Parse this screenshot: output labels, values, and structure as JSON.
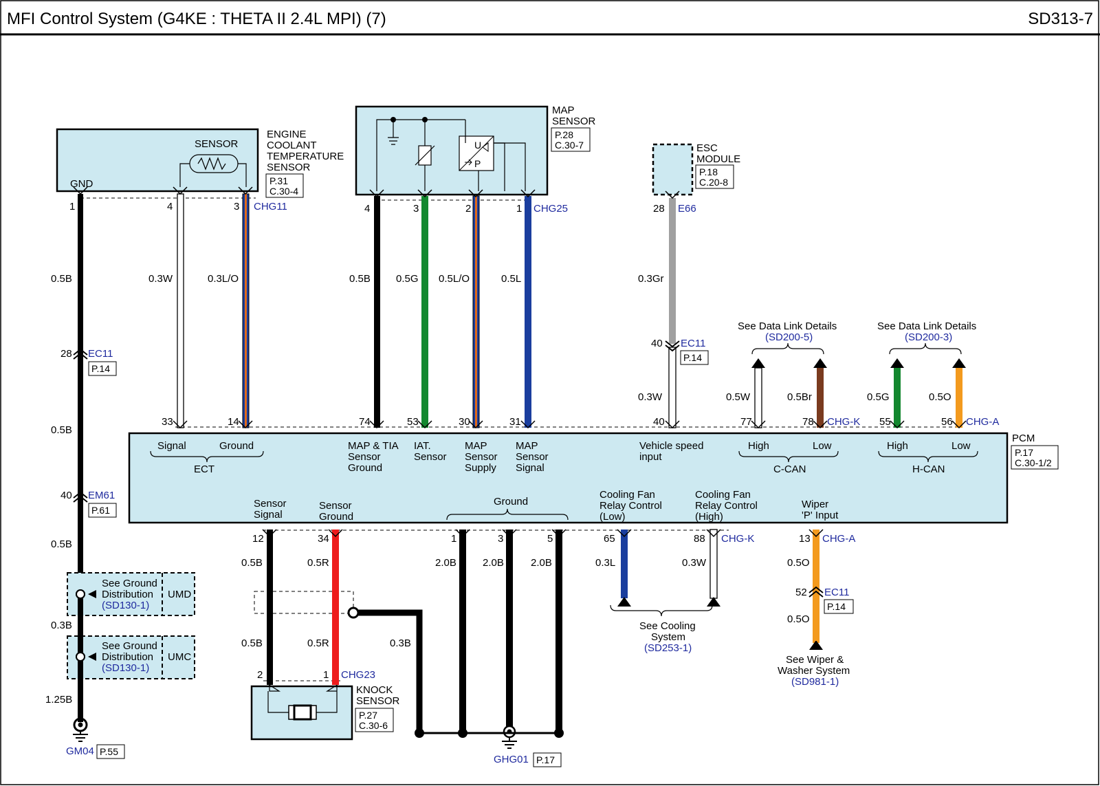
{
  "header": {
    "title": "MFI Control System (G4KE : THETA II 2.4L MPI) (7)",
    "code": "SD313-7"
  },
  "colors": {
    "box_fill": "#cde9f1",
    "blue_ref": "#1f2a9e",
    "wire_black": "#000000",
    "wire_green": "#13882f",
    "wire_blue": "#1a3e9e",
    "wire_gray": "#a0a0a0",
    "wire_brown": "#7a3b1f",
    "wire_orange": "#f39a1e",
    "wire_red": "#ee1c1c",
    "wire_orange_stripe": "#e06a1a"
  },
  "components": {
    "ect": {
      "label_lines": [
        "ENGINE",
        "COOLANT",
        "TEMPERATURE",
        "SENSOR"
      ],
      "inner": "SENSOR",
      "gnd": "GND",
      "page": "P.31",
      "conn": "C.30-4",
      "connector_ref": "CHG11"
    },
    "map": {
      "label_lines": [
        "MAP",
        "SENSOR"
      ],
      "page": "P.28",
      "conn": "C.30-7",
      "connector_ref": "CHG25",
      "u": "U",
      "p": "P"
    },
    "esc": {
      "label_lines": [
        "ESC",
        "MODULE"
      ],
      "page": "P.18",
      "conn": "C.20-8",
      "connector_ref": "E66"
    },
    "pcm": {
      "label": "PCM",
      "page": "P.17",
      "conn": "C.30-1/2"
    },
    "knock": {
      "label_lines": [
        "KNOCK",
        "SENSOR"
      ],
      "page": "P.27",
      "conn": "C.30-6",
      "connector_ref": "CHG23"
    }
  },
  "pins": {
    "ect_1": "1",
    "ect_4": "4",
    "ect_3": "3",
    "map_4": "4",
    "map_3": "3",
    "map_2": "2",
    "map_1": "1",
    "esc_28": "28",
    "pcm_33": "33",
    "pcm_14": "14",
    "pcm_74": "74",
    "pcm_53": "53",
    "pcm_30": "30",
    "pcm_31": "31",
    "pcm_40": "40",
    "pcm_77": "77",
    "pcm_78": "78",
    "pcm_55": "55",
    "pcm_56": "56",
    "pcm_12": "12",
    "pcm_34": "34",
    "pcm_1": "1",
    "pcm_3": "3",
    "pcm_5": "5",
    "pcm_65": "65",
    "pcm_88": "88",
    "pcm_13": "13",
    "knock_2": "2",
    "knock_1": "1",
    "ec11_28": "28",
    "em61_40": "40",
    "ec11_40": "40",
    "ec11_52": "52"
  },
  "wires": {
    "gnd_a": "0.5B",
    "gnd_b": "0.5B",
    "gnd_c": "0.5B",
    "gnd_d": "0.3B",
    "gnd_e": "1.25B",
    "ect_sig": "0.3W",
    "ect_gnd": "0.3L/O",
    "map_gnd": "0.5B",
    "iat": "0.5G",
    "map_sup": "0.5L/O",
    "map_sig": "0.5L",
    "esc_a": "0.3Gr",
    "esc_b": "0.3W",
    "ccan_hi": "0.5W",
    "ccan_lo": "0.5Br",
    "hcan_hi": "0.5G",
    "hcan_lo": "0.5O",
    "knock_sig_a": "0.5B",
    "knock_gnd_a": "0.5R",
    "knock_sig_b": "0.5B",
    "knock_gnd_b": "0.5R",
    "shield": "0.3B",
    "gnd1": "2.0B",
    "gnd3": "2.0B",
    "gnd5": "2.0B",
    "fan_lo": "0.3L",
    "fan_hi": "0.3W",
    "wiper_a": "0.5O",
    "wiper_b": "0.5O"
  },
  "connectors": {
    "ec11_a": "EC11",
    "ec11_a_page": "P.14",
    "em61": "EM61",
    "em61_page": "P.61",
    "ec11_b": "EC11",
    "ec11_b_page": "P.14",
    "ec11_c": "EC11",
    "ec11_c_page": "P.14",
    "chg_k_1": "CHG-K",
    "chg_a_1": "CHG-A",
    "chg_k_2": "CHG-K",
    "chg_a_2": "CHG-A",
    "gm04": "GM04",
    "gm04_page": "P.55",
    "ghg01": "GHG01",
    "ghg01_page": "P.17"
  },
  "pcm_labels": {
    "signal": "Signal",
    "ground": "Ground",
    "ect": "ECT",
    "map_tia": [
      "MAP & TIA",
      "Sensor",
      "Ground"
    ],
    "iat": [
      "IAT.",
      "Sensor"
    ],
    "map_supply": [
      "MAP",
      "Sensor",
      "Supply"
    ],
    "map_signal": [
      "MAP",
      "Sensor",
      "Signal"
    ],
    "vehicle_speed": [
      "Vehicle speed",
      "input"
    ],
    "ccan_high": "High",
    "ccan_low": "Low",
    "ccan": "C-CAN",
    "hcan_high": "High",
    "hcan_low": "Low",
    "hcan": "H-CAN",
    "sensor_signal": [
      "Sensor",
      "Signal"
    ],
    "sensor_ground": [
      "Sensor",
      "Ground"
    ],
    "fan_low": [
      "Cooling Fan",
      "Relay Control",
      "(Low)"
    ],
    "fan_high": [
      "Cooling Fan",
      "Relay Control",
      "(High)"
    ],
    "wiper": [
      "Wiper",
      "'P' Input"
    ]
  },
  "refs": {
    "dl1_text": "See Data Link Details",
    "dl1_code": "(SD200-5)",
    "dl2_text": "See Data Link Details",
    "dl2_code": "(SD200-3)",
    "cool_lines": [
      "See Cooling",
      "System"
    ],
    "cool_code": "(SD253-1)",
    "wiper_lines": [
      "See Wiper &",
      "Washer System"
    ],
    "wiper_code": "(SD981-1)",
    "gd1_lines": [
      "See Ground",
      "Distribution"
    ],
    "gd1_code": "(SD130-1)",
    "gd1_tag": "UMD",
    "gd2_lines": [
      "See Ground",
      "Distribution"
    ],
    "gd2_code": "(SD130-1)",
    "gd2_tag": "UMC"
  }
}
